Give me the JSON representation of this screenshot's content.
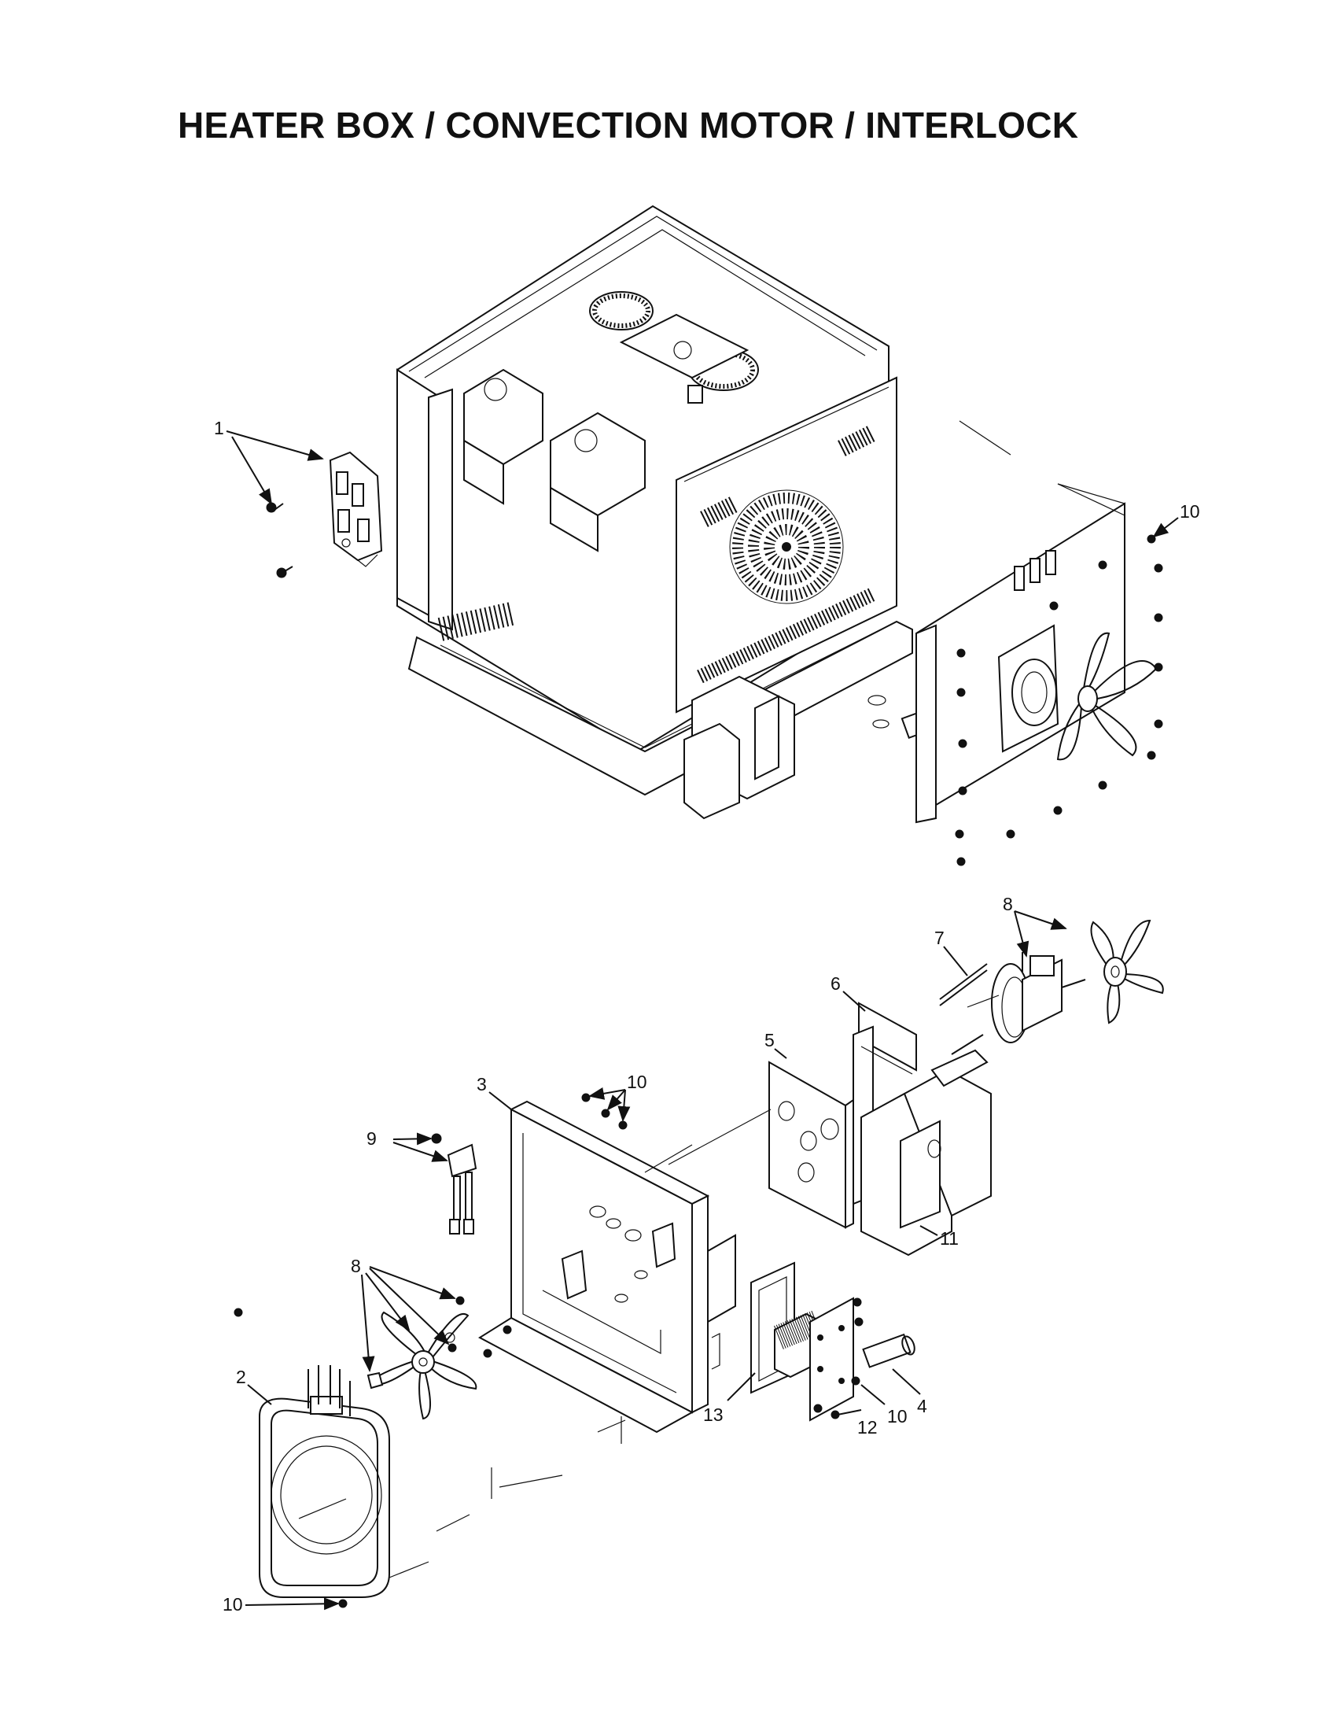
{
  "title": "HEATER BOX / CONVECTION MOTOR / INTERLOCK",
  "callouts": {
    "c1": "1",
    "c10_top": "10",
    "c8_top": "8",
    "c7": "7",
    "c6": "6",
    "c5": "5",
    "c3": "3",
    "c10_mid": "10",
    "c9": "9",
    "c11": "11",
    "c8_left": "8",
    "c2": "2",
    "c4": "4",
    "c10_low": "10",
    "c12": "12",
    "c13": "13",
    "c10_bottom": "10"
  }
}
